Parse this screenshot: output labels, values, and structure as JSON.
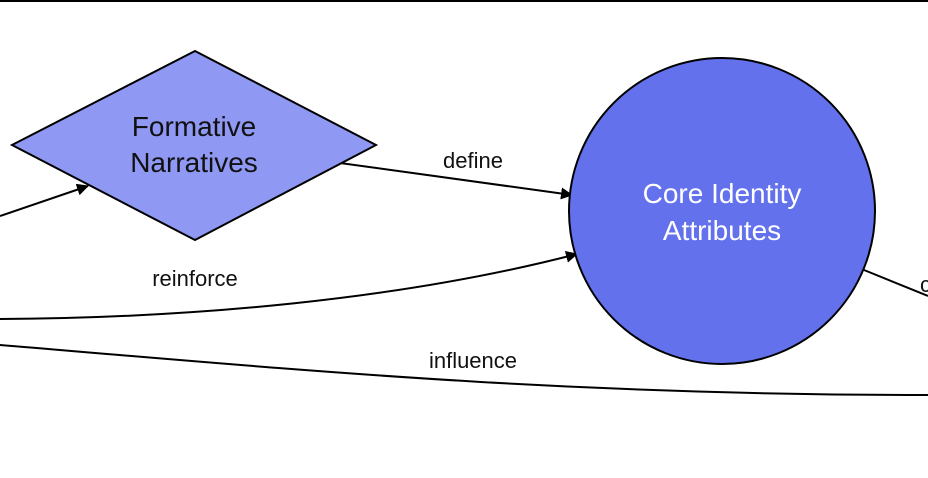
{
  "colors": {
    "diamond_fill": "#8f98f2",
    "circle_fill": "#6371ec",
    "stroke": "#000000",
    "background": "#ffffff"
  },
  "nodes": {
    "formative_narratives": {
      "shape": "diamond",
      "line1": "Formative",
      "line2": "Narratives"
    },
    "core_identity_attributes": {
      "shape": "circle",
      "line1": "Core Identity",
      "line2": "Attributes"
    }
  },
  "edges": {
    "define": {
      "label": "define",
      "from": "formative_narratives",
      "to": "core_identity_attributes"
    },
    "reinforce": {
      "label": "reinforce",
      "to": "core_identity_attributes"
    },
    "influence": {
      "label": "influence"
    },
    "offscreen_label_fragment": "c"
  }
}
